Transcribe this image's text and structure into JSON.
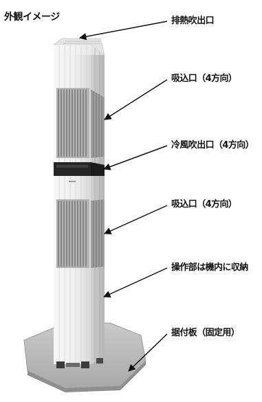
{
  "title": "外観イメージ",
  "labels": [
    "排熱吹出口",
    "吸込口（4方向）",
    "冷風吹出口（4方向）",
    "吸込口（4方向）",
    "操作部は機内に収納",
    "据付板（固定用）"
  ],
  "colors": {
    "body_light": "#ededed",
    "body_shadow": "#c4c4c4",
    "grille": "#8d8d8d",
    "outlet_black": "#2a2a2a",
    "base_plate": "#b8b8b8",
    "arrow": "#111111"
  }
}
